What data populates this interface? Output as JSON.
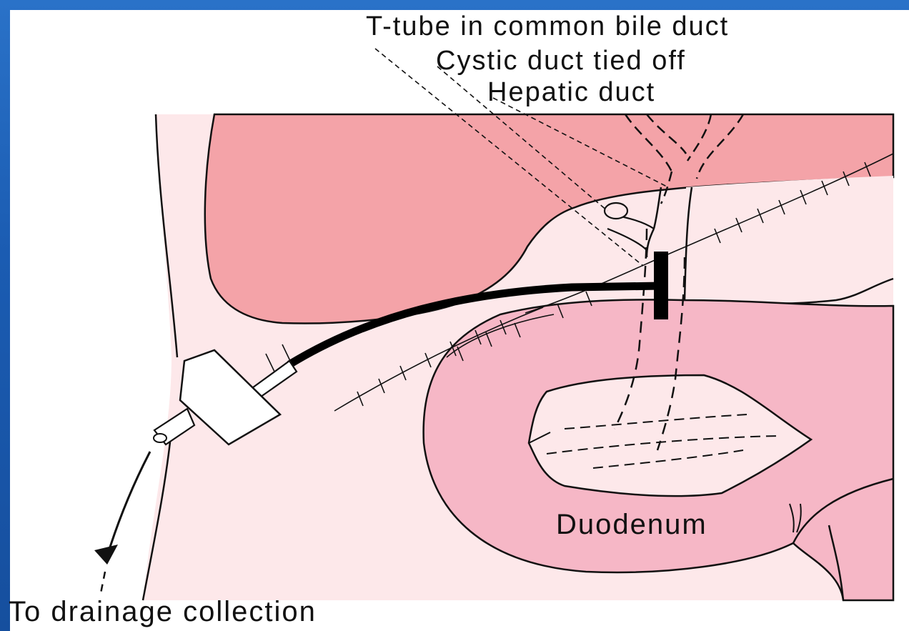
{
  "diagram": {
    "labels": {
      "t_tube": "T-tube in common bile duct",
      "cystic": "Cystic duct tied off",
      "hepatic": "Hepatic duct",
      "duodenum": "Duodenum",
      "drainage": "To drainage collection"
    },
    "colors": {
      "liver": "#f4a3a8",
      "duodenum": "#f6b7c6",
      "skin": "#fde8ea",
      "outline": "#111111",
      "frame": "#1b5cb2"
    }
  }
}
